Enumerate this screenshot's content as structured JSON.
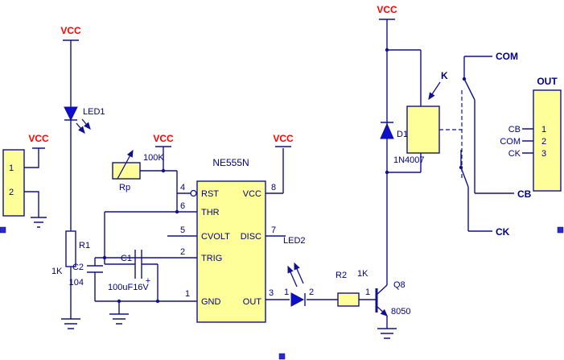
{
  "colors": {
    "wire": "#101090",
    "label_red": "#FF0000",
    "component_fill": "#FFFF99",
    "led_blue": "#0E0ECE",
    "text_navy": "#000080"
  },
  "labels": {
    "vcc": "VCC",
    "com": "COM",
    "cb": "CB",
    "ck": "CK",
    "plus": "+"
  },
  "left_connector": {
    "pin1": "1",
    "pin2": "2"
  },
  "components": {
    "led1": "LED1",
    "led2": "LED2",
    "led2_pin1": "1",
    "led2_pin2": "2",
    "r1": "R1",
    "r1_value": "1K",
    "c2": "C2",
    "c2_value": "104",
    "c1": "C1",
    "c1_value": "100uF16V",
    "rp": "Rp",
    "rp_value": "100K",
    "r2": "R2",
    "r2_value": "1K",
    "q8": "Q8",
    "q8_value": "8050",
    "q8_base_pin": "1",
    "d1": "D1",
    "d1_value": "1N4007",
    "relay": "K"
  },
  "ic": {
    "name": "NE555N",
    "pins_left": [
      {
        "num": "4",
        "label": "RST"
      },
      {
        "num": "6",
        "label": "THR"
      },
      {
        "num": "5",
        "label": "CVOLT"
      },
      {
        "num": "2",
        "label": "TRIG"
      },
      {
        "num": "1",
        "label": "GND"
      }
    ],
    "pins_right": [
      {
        "num": "8",
        "label": "VCC"
      },
      {
        "num": "7",
        "label": "DISC"
      },
      {
        "num": "3",
        "label": "OUT"
      }
    ]
  },
  "out_connector": {
    "title": "OUT",
    "pins": [
      {
        "num": "1",
        "label": "CB"
      },
      {
        "num": "2",
        "label": "COM"
      },
      {
        "num": "3",
        "label": "CK"
      }
    ]
  }
}
